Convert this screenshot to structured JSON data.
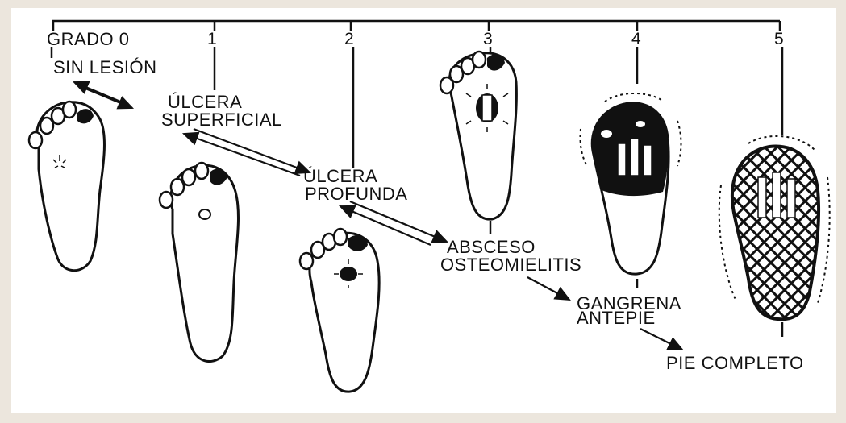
{
  "grades": [
    {
      "number": "0",
      "heading": "GRADO 0",
      "label": "SIN LESIÓN"
    },
    {
      "number": "1",
      "label_lines": [
        "ÚLCERA",
        "SUPERFICIAL"
      ]
    },
    {
      "number": "2",
      "label_lines": [
        "ÚLCERA",
        "PROFUNDA"
      ]
    },
    {
      "number": "3",
      "label_lines": [
        "ABSCESO",
        "OSTEOMIELITIS"
      ]
    },
    {
      "number": "4",
      "label_lines": [
        "GANGRENA",
        "ANTEPIE"
      ]
    },
    {
      "number": "5",
      "label": "PIE COMPLETO"
    }
  ],
  "colors": {
    "ink": "#111111",
    "paper": "#ffffff",
    "border": "#ece6dd"
  }
}
